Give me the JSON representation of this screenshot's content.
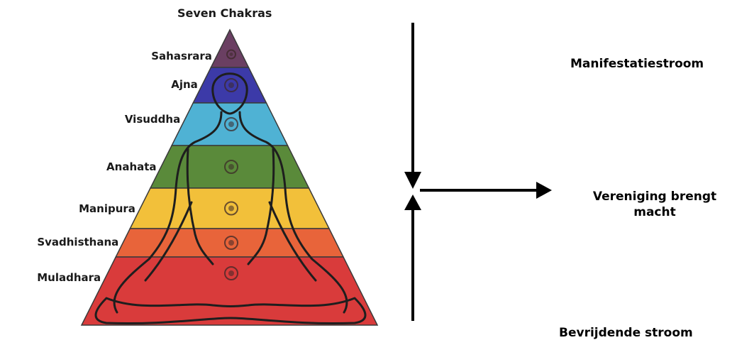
{
  "title": "Seven Chakras",
  "chakras": [
    {
      "label": "Sahasrara",
      "color": "#6a3f62"
    },
    {
      "label": "Ajna",
      "color": "#3c3aa8"
    },
    {
      "label": "Visuddha",
      "color": "#4fb2d4"
    },
    {
      "label": "Anahata",
      "color": "#5a8a3a"
    },
    {
      "label": "Manipura",
      "color": "#f2c03a"
    },
    {
      "label": "Svadhisthana",
      "color": "#e8643a"
    },
    {
      "label": "Muladhara",
      "color": "#d93b3b"
    }
  ],
  "flows": {
    "top": "Manifestatiestroom",
    "middle_line1": "Vereniging brengt",
    "middle_line2": "macht",
    "bottom": "Bevrijdende stroom"
  }
}
